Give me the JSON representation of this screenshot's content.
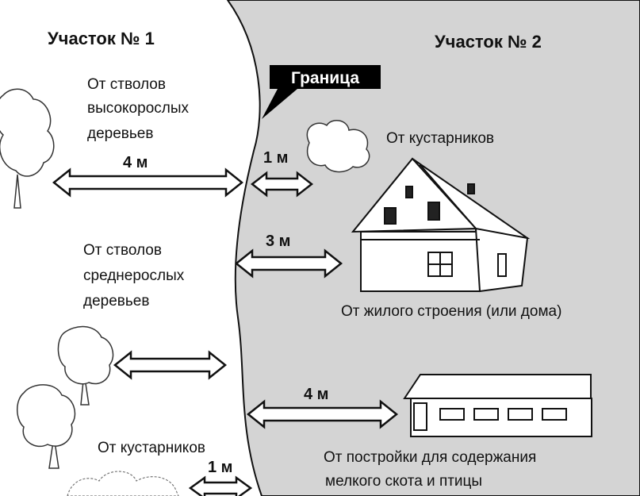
{
  "plot1": {
    "title": "Участок № 1"
  },
  "plot2": {
    "title": "Участок № 2"
  },
  "boundary": {
    "label": "Граница"
  },
  "tall_trees": {
    "label_lines": [
      "От стволов",
      "высокорослых",
      "деревьев"
    ],
    "distance": "4 м"
  },
  "shrubs_right": {
    "label": "От кустарников",
    "distance": "1 м"
  },
  "house": {
    "distance": "3 м",
    "label": "От жилого строения (или дома)"
  },
  "medium_trees": {
    "label_lines": [
      "От стволов",
      "среднерослых",
      "деревьев"
    ]
  },
  "barn": {
    "distance": "4 м",
    "label_lines": [
      "От постройки для содержания",
      "мелкого скота и птицы"
    ]
  },
  "shrubs_left": {
    "label": "От кустарников",
    "distance": "1 м"
  },
  "colors": {
    "plot2_fill": "#d4d4d4",
    "ink": "#111111",
    "label_bg": "#000000",
    "label_text": "#ffffff"
  }
}
